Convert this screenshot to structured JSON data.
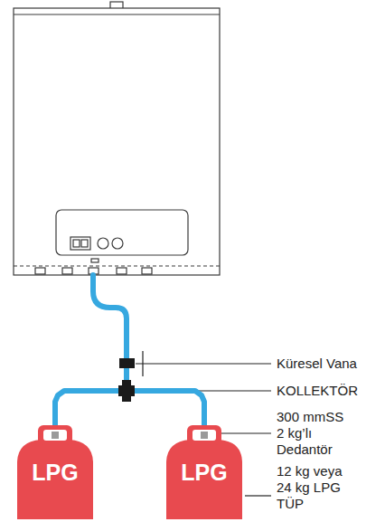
{
  "diagram": {
    "nodes": [
      {
        "text": [
          "LPG"
        ]
      },
      {
        "text": [
          "LPG"
        ]
      }
    ],
    "edges": [
      {
        "from": 0,
        "to": 1,
        "arrow": "none"
      }
    ],
    "labels": [
      "Küresel Vana",
      "KOLLEKTÖR",
      "300 mmSS 2 kg’lı Dedantör",
      "12 kg veya 24 kg LPG TÜP"
    ]
  }
}
